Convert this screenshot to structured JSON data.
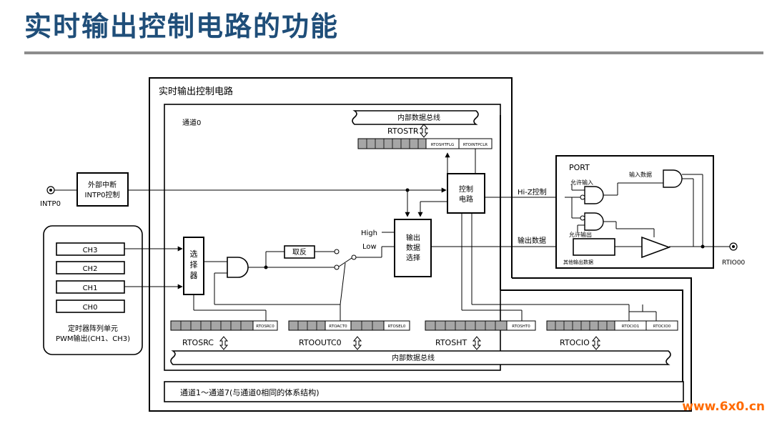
{
  "title": "实时输出控制电路的功能",
  "watermark": "www.6x0.cn",
  "colors": {
    "title": "#1f4e79",
    "rule": "#8c8c8c",
    "register": "#a6a6a6",
    "watermark": "#ff6a00"
  },
  "diagram": {
    "outer_label": "实时输出控制电路",
    "channel0_label": "通道0",
    "channels_1_7_label": "通道1～通道7(与通道0相同的体系结构)",
    "internal_bus_top": "内部数据总线",
    "internal_bus_bottom": "内部数据总线",
    "rtostr": {
      "name": "RTOSTR",
      "bit_labels": [
        "RTOSHTFLG",
        "RTOINTPCLR"
      ]
    },
    "intp_block": {
      "line1": "外部中断",
      "line2": "INTP0控制"
    },
    "intp_pin": "INTP0",
    "timer_channels": [
      "CH3",
      "CH2",
      "CH1",
      "CH0"
    ],
    "timer_block_caption": {
      "line1": "定时器阵列单元",
      "line2": "PWM输出(CH1、CH3)"
    },
    "selector": [
      "选",
      "择",
      "器"
    ],
    "invert_label": "取反",
    "output_select": {
      "line1": "输出",
      "line2": "数据",
      "line3": "选择",
      "high": "High",
      "low": "Low"
    },
    "control_circuit": {
      "line1": "控制",
      "line2": "电路"
    },
    "hiz_label": "Hi-Z控制",
    "output_data_label": "输出数据",
    "port": {
      "name": "PORT",
      "allow_input": "允许输入",
      "input_data": "输入数据",
      "allow_output": "允许输出",
      "other_output": "其他输出数据"
    },
    "rtio_pin": "RTIO00",
    "registers": [
      {
        "name": "RTOSRC",
        "bit_labels": [
          "RTOSRC0"
        ]
      },
      {
        "name": "RTOOUTC0",
        "bit_labels": [
          "RTOACT0",
          "RTOSEL0"
        ]
      },
      {
        "name": "RTOSHT",
        "bit_labels": [
          "RTOSHT0"
        ]
      },
      {
        "name": "RTOCIO",
        "bit_labels": [
          "RTOCIO1",
          "RTOCIO0"
        ]
      }
    ]
  }
}
